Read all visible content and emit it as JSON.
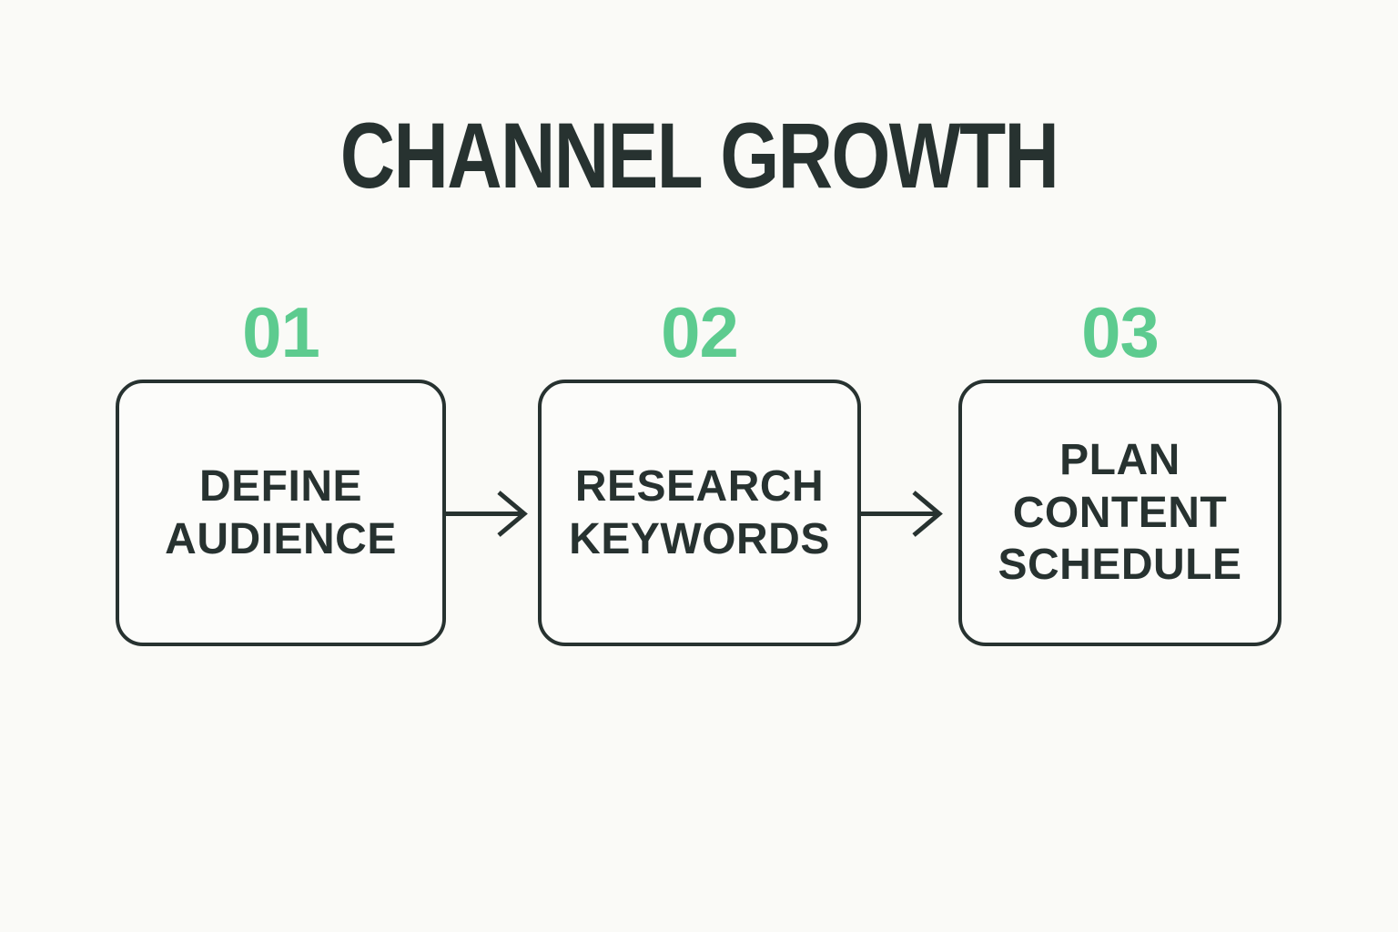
{
  "title": "CHANNEL GROWTH",
  "colors": {
    "background": "#FAFAF7",
    "ink": "#273230",
    "accent": "#5DCB8F",
    "box_fill": "#FCFCFA"
  },
  "steps": [
    {
      "number": "01",
      "label": "DEFINE\nAUDIENCE"
    },
    {
      "number": "02",
      "label": "RESEARCH\nKEYWORDS"
    },
    {
      "number": "03",
      "label": "PLAN\nCONTENT\nSCHEDULE"
    }
  ],
  "connector_icon": "right-arrow-icon"
}
